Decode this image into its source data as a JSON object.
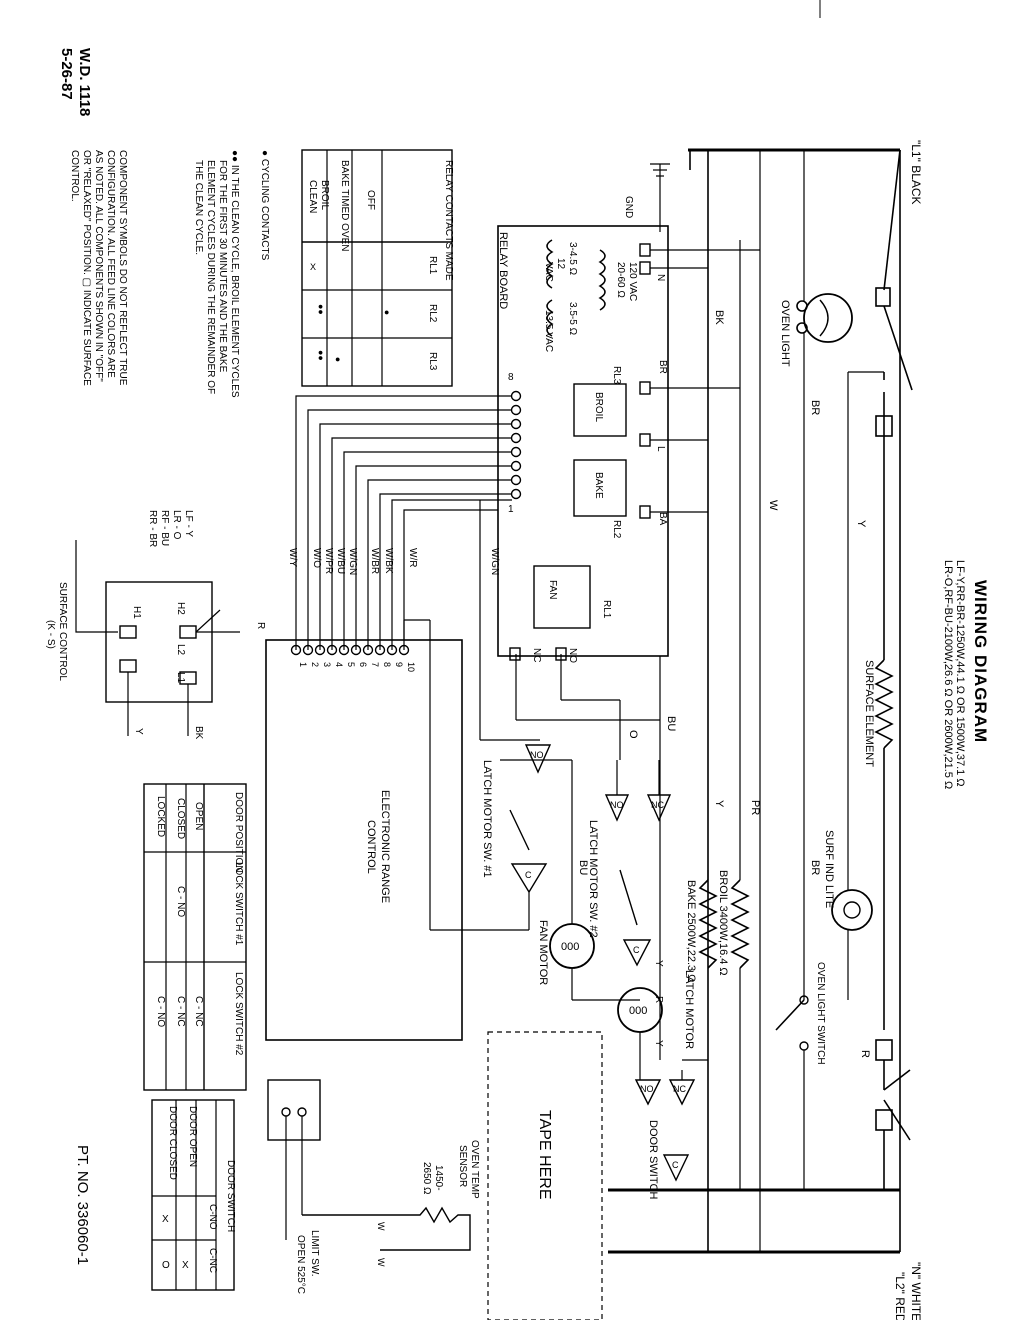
{
  "title": "WIRING DIAGRAM",
  "wd_number": "W.D. 1118",
  "wd_date": "5-26-87",
  "part_number": "PT. NO. 336060-1",
  "tape_here": "TAPE HERE",
  "lines": {
    "l1": "\"L1\" BLACK",
    "n": "\"N\" WHITE",
    "l2": "\"L2\" RED"
  },
  "surface_element": {
    "label": "SURFACE ELEMENT",
    "spec_line1": "LF-Y,RR-BR-1250W,44.1 Ω OR 1500W,37.1 Ω",
    "spec_line2": "LR-O,RF-BU-2100W,26.6 Ω OR 2600W,21.5 Ω"
  },
  "components": {
    "oven_light": "OVEN LIGHT",
    "surf_ind_lite": "SURF IND LITE",
    "oven_light_switch": "OVEN LIGHT SWITCH",
    "broil_element": "BROIL 3400W,16.4 Ω",
    "bake_element": "BAKE 2500W,22.3 Ω",
    "latch_motor": "LATCH MOTOR",
    "fan_motor": "FAN MOTOR",
    "latch_motor_sw1": "LATCH MOTOR SW. #1",
    "latch_motor_sw2": "LATCH MOTOR SW. #2",
    "door_switch": "DOOR SWITCH",
    "oven_temp_sensor_l1": "OVEN TEMP",
    "oven_temp_sensor_l2": "SENSOR",
    "oven_temp_sensor_l3": "1450-",
    "oven_temp_sensor_l4": "2650 Ω",
    "limit_sw": "LIMIT SW.",
    "limit_sw_open": "OPEN 525°C",
    "erc_l1": "ELECTRONIC RANGE",
    "erc_l2": "CONTROL",
    "relay_board": "RELAY BOARD",
    "gnd": "GND",
    "xfmr_primary_l1": "120 VAC",
    "xfmr_primary_l2": "20-60 Ω",
    "xfmr_sec1_l1": "3-4.5 Ω",
    "xfmr_sec1_l2": "12",
    "xfmr_sec1_l3": "VAC",
    "xfmr_sec2_l1": "3.5-5 Ω",
    "xfmr_sec2_l2": "13.5 VAC",
    "broil_relay": "BROIL",
    "bake_relay": "BAKE",
    "fan_relay": "FAN",
    "rl1": "RL1",
    "rl2": "RL2",
    "rl3": "RL3",
    "no": "NO",
    "nc": "NC",
    "c": "C",
    "n": "N",
    "l": "L",
    "x": "X",
    "y": "Y",
    "r": "R",
    "w": "W",
    "eight": "8",
    "one": "1"
  },
  "wire_colors": {
    "bk": "BK",
    "br": "BR",
    "w": "W",
    "y": "Y",
    "r": "R",
    "o": "O",
    "bu": "BU",
    "pr": "PR",
    "gn": "GN",
    "ba": "BA"
  },
  "harness_wires": [
    "W/Y",
    "W/O",
    "W/PR",
    "W/BU",
    "W/GN",
    "W/BR",
    "W/BK",
    "W/R",
    "W/GN"
  ],
  "erc_pins": [
    "1",
    "2",
    "3",
    "4",
    "5",
    "6",
    "7",
    "8",
    "9",
    "10"
  ],
  "relay_table": {
    "header": "RELAY CONTACTS MADE",
    "columns": [
      "RL1",
      "RL2",
      "RL3"
    ],
    "rows": [
      {
        "mode": "OFF",
        "cells": [
          "",
          "",
          ""
        ]
      },
      {
        "mode": "BAKE TIMED OVEN",
        "cells": [
          "",
          "●",
          ""
        ]
      },
      {
        "mode": "BROIL",
        "cells": [
          "",
          "",
          "●"
        ]
      },
      {
        "mode": "CLEAN",
        "cells": [
          "X",
          "●●",
          "●●"
        ]
      }
    ]
  },
  "notes": {
    "cycling": "● CYCLING CONTACTS",
    "clean_cycle": [
      "●● IN THE CLEAN CYCLE, BROIL ELEMENT CYCLES",
      "FOR THE FIRST 30 MINUTES AND THE BAKE",
      "ELEMENT CYCLES DURING THE REMAINDER OF",
      "THE CLEAN CYCLE."
    ],
    "symbols": [
      "COMPONENT SYMBOLS DO NOT REFLECT TRUE",
      "CONFIGURATION. ALL FEED LINE COLORS ARE",
      "AS NOTED. ALL COMPONENTS SHOWN IN \"OFF\"",
      "OR \"RELAXED\" POSITION.  ▢ INDICATE SURFACE",
      "CONTROL."
    ]
  },
  "surface_control": {
    "label": "SURFACE CONTROL",
    "sub": "(K - S)",
    "terminals": [
      "H1",
      "H2",
      "L2",
      "L1"
    ],
    "legend": [
      "LF - Y",
      "LR - O",
      "RF - BU",
      "RR - BR"
    ],
    "wire_r": "R",
    "wire_bk": "BK",
    "wire_y": "Y"
  },
  "door_table": {
    "columns": [
      "DOOR POSITION",
      "LOCK SWITCH #1",
      "LOCK SWITCH #2"
    ],
    "rows": [
      [
        "OPEN",
        "",
        "C - NC"
      ],
      [
        "CLOSED",
        "C - NO",
        "C - NC"
      ],
      [
        "LOCKED",
        "",
        "C - NO"
      ]
    ]
  },
  "door_switch_table": {
    "header": "DOOR SWITCH",
    "columns": [
      "",
      "C-NO",
      "C-NC"
    ],
    "rows": [
      [
        "DOOR OPEN",
        "",
        "X"
      ],
      [
        "DOOR CLOSED",
        "X",
        "O"
      ]
    ]
  }
}
